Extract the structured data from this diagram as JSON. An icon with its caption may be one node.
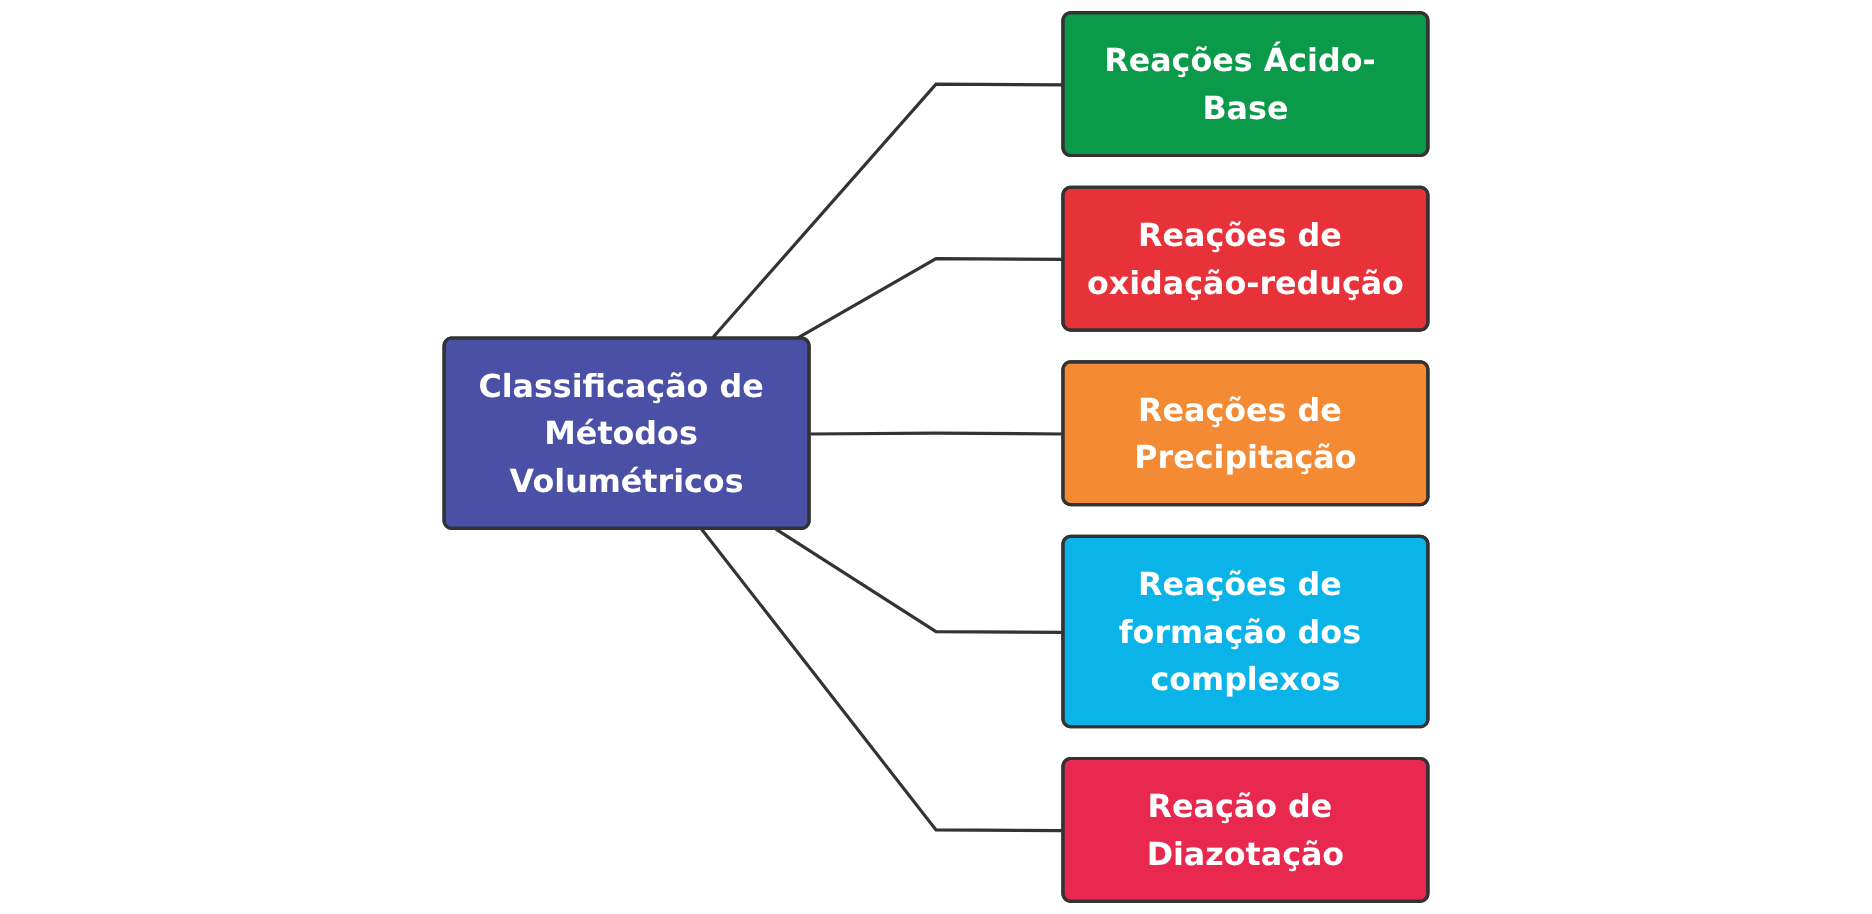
{
  "diagram": {
    "nodes": [
      {
        "text": [
          "Classificação de Métodos Volumétricos"
        ]
      },
      {
        "text": [
          "Reações Ácido- Base"
        ]
      },
      {
        "text": [
          "Reações de oxidação-redução"
        ]
      },
      {
        "text": [
          "Reações de Precipitação"
        ]
      },
      {
        "text": [
          "Reações de formação dos complexos"
        ]
      },
      {
        "text": [
          "Reação de Diazotação"
        ]
      }
    ],
    "edges": [
      {
        "from": 0,
        "to": 1,
        "arrow": "none"
      },
      {
        "from": 0,
        "to": 2,
        "arrow": "none"
      },
      {
        "from": 0,
        "to": 3,
        "arrow": "none"
      },
      {
        "from": 0,
        "to": 4,
        "arrow": "none"
      },
      {
        "from": 0,
        "to": 5,
        "arrow": "none"
      }
    ]
  }
}
